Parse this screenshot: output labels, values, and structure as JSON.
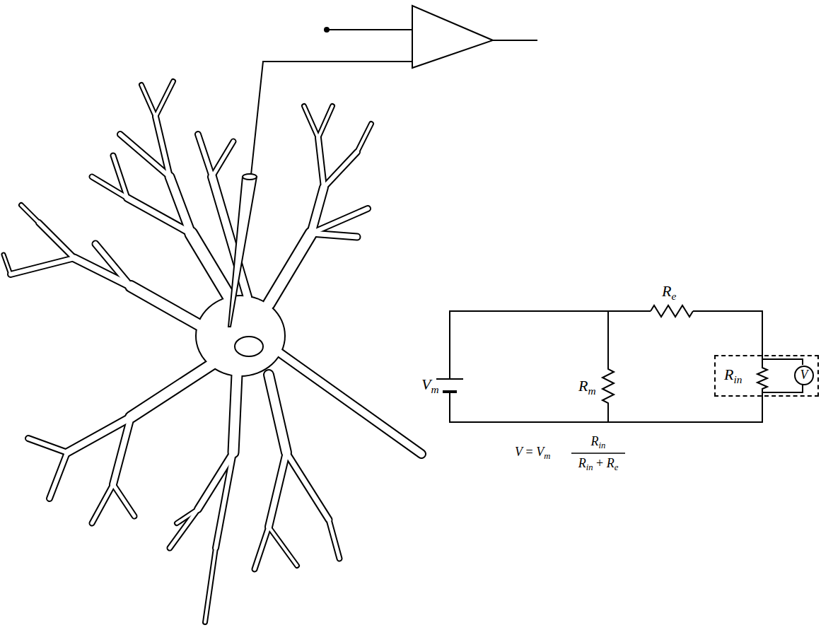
{
  "diagram": {
    "nodes": [
      {
        "text": [
          "Rin"
        ]
      },
      {
        "text": [
          "V"
        ],
        "in": 0
      }
    ],
    "labels": [
      "Vm",
      "Rm",
      "Re",
      "V = Vm",
      "Rin",
      "Rin + Re"
    ]
  }
}
